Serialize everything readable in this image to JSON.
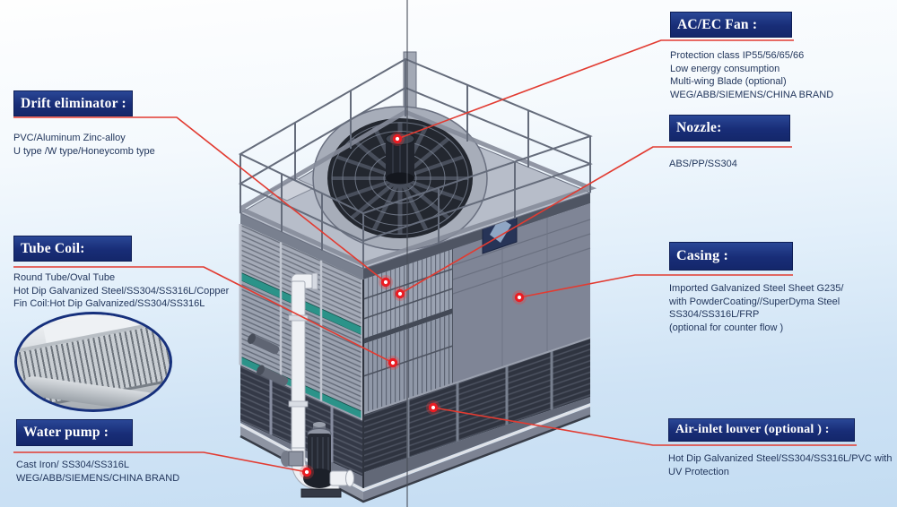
{
  "theme": {
    "label_bg": "#1a2f7e",
    "label_text": "#ffffff",
    "leader_line": "#e23b31",
    "dot_color": "#ea1c23",
    "desc_text": "#22365c",
    "background_top": "#fefefe",
    "background_bottom": "#c3dcf2"
  },
  "callouts": {
    "drift_eliminator": {
      "title": "Drift eliminator :",
      "desc": "PVC/Aluminum Zinc-alloy\nU type /W type/Honeycomb type"
    },
    "tube_coil": {
      "title": "Tube Coil:",
      "desc": "Round Tube/Oval Tube\nHot Dip Galvanized Steel/SS304/SS316L/Copper\nFin Coil:Hot Dip Galvanized/SS304/SS316L"
    },
    "water_pump": {
      "title": "Water pump :",
      "desc": "Cast Iron/ SS304/SS316L\nWEG/ABB/SIEMENS/CHINA BRAND"
    },
    "ac_ec_fan": {
      "title": "AC/EC Fan :",
      "desc": "Protection class IP55/56/65/66\nLow energy consumption\nMulti-wing Blade (optional)\nWEG/ABB/SIEMENS/CHINA BRAND"
    },
    "nozzle": {
      "title": "Nozzle:",
      "desc": "ABS/PP/SS304"
    },
    "casing": {
      "title": "Casing :",
      "desc": "Imported Galvanized Steel Sheet G235/\nwith PowderCoating//SuperDyma Steel\nSS304/SS316L/FRP\n(optional for counter flow )"
    },
    "air_inlet_louver": {
      "title": "Air-inlet louver (optional ) :",
      "desc": "Hot Dip Galvanized Steel/SS304/SS316L/PVC with\nUV Protection"
    }
  }
}
